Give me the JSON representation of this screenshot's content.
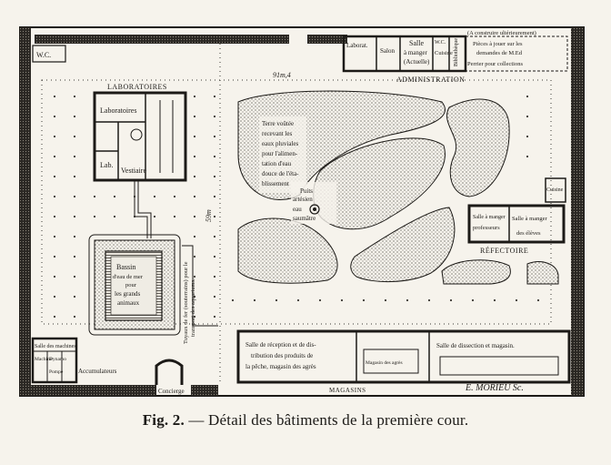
{
  "figure": {
    "caption_prefix": "Fig. 2.",
    "caption_text": "— Détail des bâtiments de la première cour.",
    "signature": "E. MORIEU Sc."
  },
  "plan": {
    "wc": "W.C.",
    "administration": "ADMINISTRATION",
    "admin_rooms": {
      "laborat": "Laborat.",
      "salon": "Salon",
      "salle_manger": [
        "Salle",
        "à manger",
        "(Actuelle)"
      ],
      "wc2": "W.C.",
      "cuisine": "Cuisine",
      "bibliotheque": "Bibliothèque",
      "note": [
        "(A construire ultérieurement)",
        "Pièces à jouer sur les",
        "demandes de M.Ed",
        "Perrier pour collections"
      ]
    },
    "dim_top": "91m,4",
    "dim_side": "59m",
    "laboratoires": {
      "title": "LABORATOIRES",
      "laboratoires": "Laboratoires",
      "lab": "Lab.",
      "vestiaire": "Vestiaire"
    },
    "garden_note": [
      "Terre voûtée",
      "recevant les",
      "eaux pluviales",
      "pour l'alimen-",
      "tation d'eau",
      "douce de l'éta-",
      "blissement"
    ],
    "puits": [
      "Puits",
      "artésien",
      "eau",
      "saumâtre"
    ],
    "bassin": [
      "Bassin",
      "d'eau de mer",
      "pour",
      "les grands",
      "animaux"
    ],
    "canal_note": [
      "Tuyaux de fer (souterrains) pour le",
      "transport des aquariums."
    ],
    "refectoire": {
      "title": "RÉFECTOIRE",
      "professeurs": [
        "Salle à manger",
        "professeurs"
      ],
      "eleves": [
        "Salle à manger",
        "des élèves"
      ],
      "cuisine": "Cuisine"
    },
    "machines": {
      "salle": "Salle des machines",
      "machine": "Machine",
      "dynamo": "Dynamo",
      "pompe": "Pompe",
      "accumulateurs": "Accumulateurs"
    },
    "concierge": "Concierge",
    "magasins": "MAGASINS",
    "reception": [
      "Salle de réception et de dis-",
      "tribution des produits de",
      "la pêche, magasin des agrès"
    ],
    "aquarium": "Magasin des agrès",
    "dissection": "Salle de dissection et magasin."
  }
}
